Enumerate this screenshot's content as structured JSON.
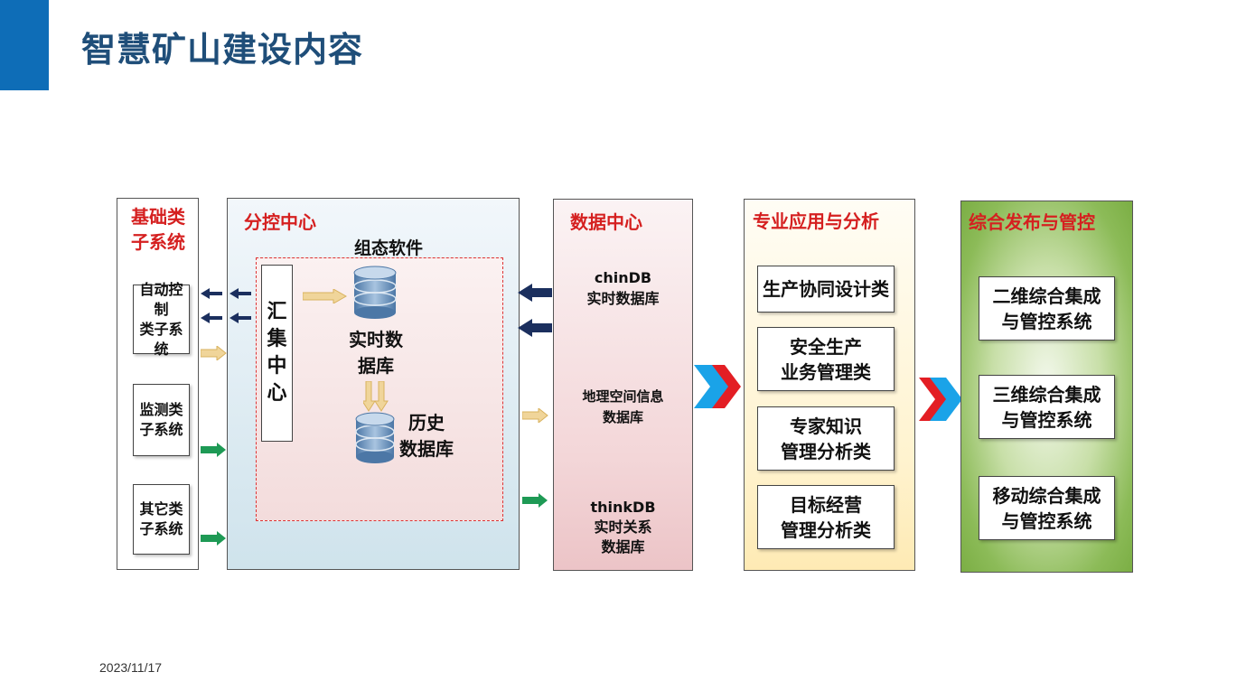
{
  "header": {
    "title": "智慧矿山建设内容",
    "date": "2023/11/17"
  },
  "columns": {
    "base": {
      "title": "基础类\n子系统",
      "items": [
        "自动控制\n类子系统",
        "监测类\n子系统",
        "其它类\n子系统"
      ]
    },
    "control": {
      "title": "分控中心",
      "software_label": "组态软件",
      "collector": "汇\n集\n中\n心",
      "realtime_db": "实时数\n据库",
      "history_db": "历史\n数据库"
    },
    "data": {
      "title": "数据中心",
      "items": [
        "chinDB\n实时数据库",
        "地理空间信息\n数据库",
        "thinkDB\n实时关系\n数据库"
      ]
    },
    "apps": {
      "title": "专业应用与分析",
      "items": [
        "生产协同设计类",
        "安全生产\n业务管理类",
        "专家知识\n管理分析类",
        "目标经营\n管理分析类"
      ]
    },
    "publish": {
      "title": "综合发布与管控",
      "items": [
        "二维综合集成\n与管控系统",
        "三维综合集成\n与管控系统",
        "移动综合集成\n与管控系统"
      ]
    }
  },
  "colors": {
    "navy_arrow": "#1b2f5e",
    "tan_arrow": "#f0d59a",
    "green_arrow": "#1e9a55",
    "chevron_red": "#e31e24",
    "chevron_blue": "#1aa3e8",
    "title": "#1f4e79",
    "heading_red": "#d52020"
  }
}
